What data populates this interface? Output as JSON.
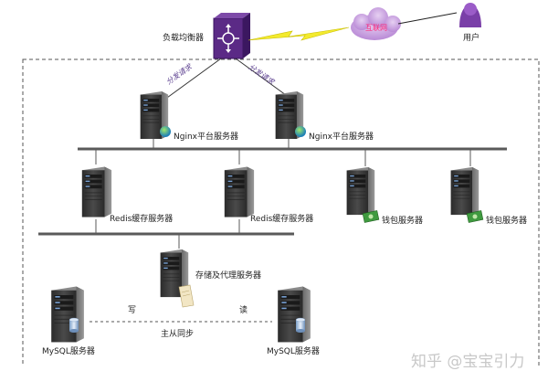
{
  "load_balancer": {
    "label": "负载均衡器"
  },
  "internet": {
    "label": "互联网"
  },
  "user": {
    "label": "用户"
  },
  "distribute_label": "分发请求",
  "nginx": [
    {
      "label": "Nginx平台服务器"
    },
    {
      "label": "Nginx平台服务器"
    }
  ],
  "redis": [
    {
      "label": "Redis缓存服务器"
    },
    {
      "label": "Redis缓存服务器"
    }
  ],
  "wallet": [
    {
      "label": "钱包服务器"
    },
    {
      "label": "钱包服务器"
    }
  ],
  "storage_proxy": {
    "label": "存储及代理服务器"
  },
  "mysql": [
    {
      "label": "MySQL服务器"
    },
    {
      "label": "MySQL服务器"
    }
  ],
  "write_label": "写",
  "read_label": "读",
  "sync_label": "主从同步",
  "watermark": "知乎 @宝宝引力",
  "colors": {
    "accent": "#5b2a86",
    "bus": "#5a5a5a",
    "cloud": "#c7a0df",
    "dashed": "#555555"
  }
}
